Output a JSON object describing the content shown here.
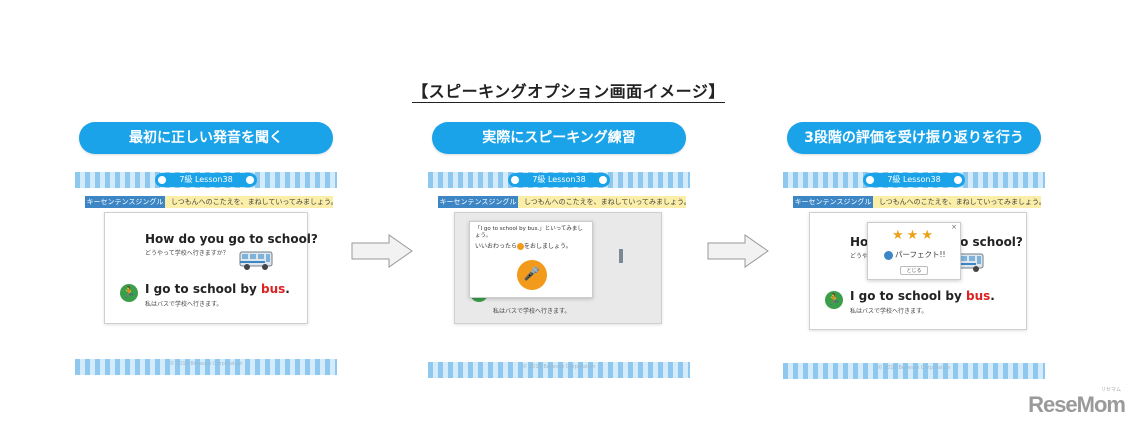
{
  "title": "【スピーキングオプション画面イメージ】",
  "lesson_label": "7級 Lesson38",
  "badge_label": "キーセンテンスジングル",
  "instruction": "しつもんへのこたえを、まねしていってみましょう。",
  "question": "How do you go to school?",
  "question_jp": "どうやって学校へ行きますか？",
  "answer_prefix": "I go to school by ",
  "answer_keyword": "bus",
  "answer_suffix": ".",
  "answer_jp": "私はバスで学校へ行きます。",
  "footer_text": "© 2019 Benesse Corporation",
  "panels": [
    {
      "heading": "最初に正しい発音を聞く"
    },
    {
      "heading": "実際にスピーキング練習"
    },
    {
      "heading": "3段階の評価を受け振り返りを行う"
    }
  ],
  "speaking_popup": {
    "line1": "「I go to school by bus.」といってみましょう。",
    "line2a": "いいおわったら",
    "line2b": "をおしましょう。"
  },
  "result_popup": {
    "stars": "★★★",
    "label": "パーフェクト!!",
    "button": "とじる",
    "close": "×"
  },
  "peek_text": "Ho",
  "logo": "ReseMom",
  "logo_kana": "リセマム",
  "colors": {
    "accent": "#1aa3e8",
    "stripe": "#8ec8ee",
    "keyword": "#dd2222",
    "mic": "#f29a1c"
  }
}
